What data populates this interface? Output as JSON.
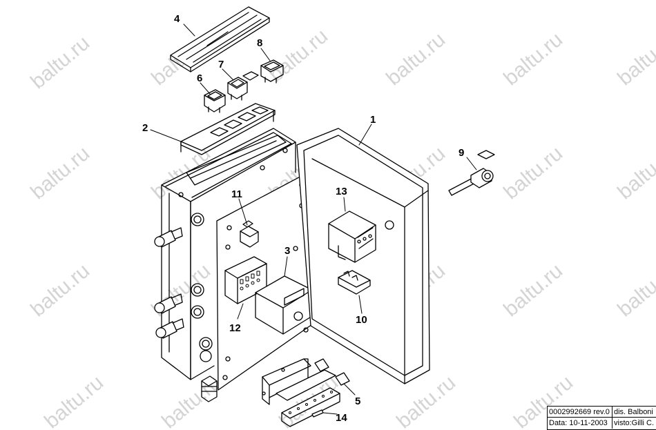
{
  "watermark": "baltu.ru",
  "callouts": {
    "c1": "1",
    "c2": "2",
    "c3": "3",
    "c4": "4",
    "c5": "5",
    "c6": "6",
    "c7": "7",
    "c8": "8",
    "c9": "9",
    "c10": "10",
    "c11": "11",
    "c12": "12",
    "c13": "13",
    "c14": "14"
  },
  "title_block": {
    "code": "0002992669 rev.0",
    "drawn": "dis. Balboni",
    "date": "Data:  10-11-2003",
    "checked": "visto:Gilli C."
  },
  "colors": {
    "line": "#000000",
    "watermark": "#d4d4d4"
  }
}
